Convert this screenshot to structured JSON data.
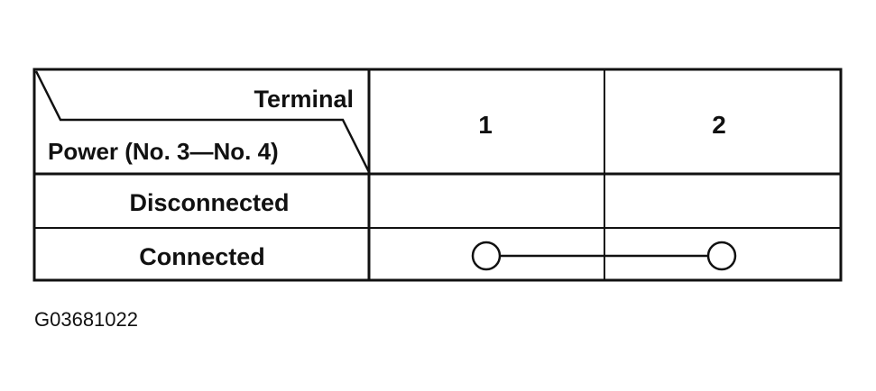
{
  "table": {
    "header": {
      "top_right_label": "Terminal",
      "bottom_left_label": "Power (No. 3—No. 4)",
      "columns": [
        "1",
        "2"
      ]
    },
    "rows": [
      {
        "label": "Disconnected",
        "continuity": []
      },
      {
        "label": "Connected",
        "continuity": [
          "1",
          "2"
        ]
      }
    ]
  },
  "figure_id": "G03681022"
}
